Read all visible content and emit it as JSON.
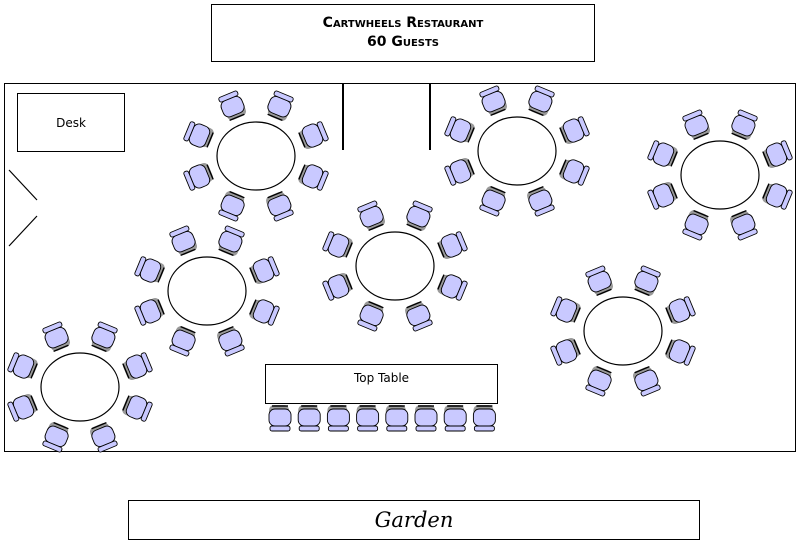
{
  "header": {
    "name": "Cartwheels Restaurant",
    "guests": "60 Guests"
  },
  "desk_label": "Desk",
  "top_table_label": "Top Table",
  "garden_label": "Garden",
  "colors": {
    "chair_fill": "#c9c9ff",
    "chair_shadow": "#9a9a9a",
    "line": "#000000"
  },
  "round_tables": [
    {
      "id": "table-1",
      "chairs": 8
    },
    {
      "id": "table-2",
      "chairs": 8
    },
    {
      "id": "table-3",
      "chairs": 8
    },
    {
      "id": "table-4",
      "chairs": 8
    },
    {
      "id": "table-5",
      "chairs": 8
    },
    {
      "id": "table-6",
      "chairs": 8
    },
    {
      "id": "table-7",
      "chairs": 8
    }
  ],
  "top_table": {
    "chairs": 8
  }
}
